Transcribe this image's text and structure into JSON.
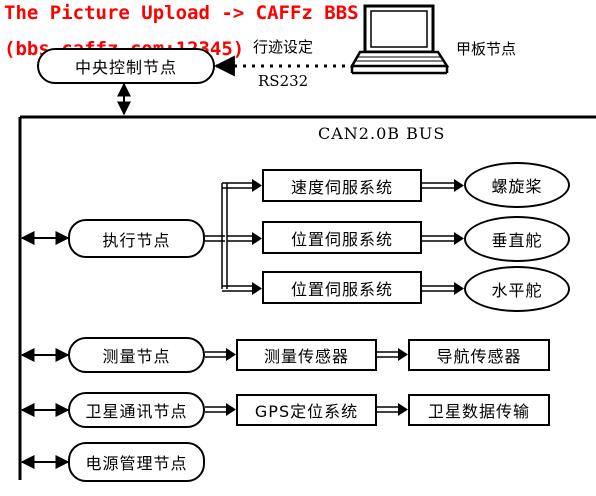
{
  "watermark": {
    "line1": "The Picture Upload ->  CAFFz BBS",
    "line2": "(bbs.caffz.com:12345)"
  },
  "nodes": {
    "central": "中央控制节点",
    "tablet_node": "甲板节点",
    "exec": "执行节点",
    "measure": "测量节点",
    "satcom": "卫星通讯节点",
    "power": "电源管理节点"
  },
  "links": {
    "route_setting": "行迹设定",
    "rs232": "RS232",
    "bus": "CAN2.0B BUS"
  },
  "servos": [
    "速度伺服系统",
    "位置伺服系统",
    "位置伺服系统"
  ],
  "actuators": [
    "螺旋桨",
    "垂直舵",
    "水平舵"
  ],
  "measure_chain": [
    "测量传感器",
    "导航传感器"
  ],
  "satcom_chain": [
    "GPS定位系统",
    "卫星数据传输"
  ]
}
